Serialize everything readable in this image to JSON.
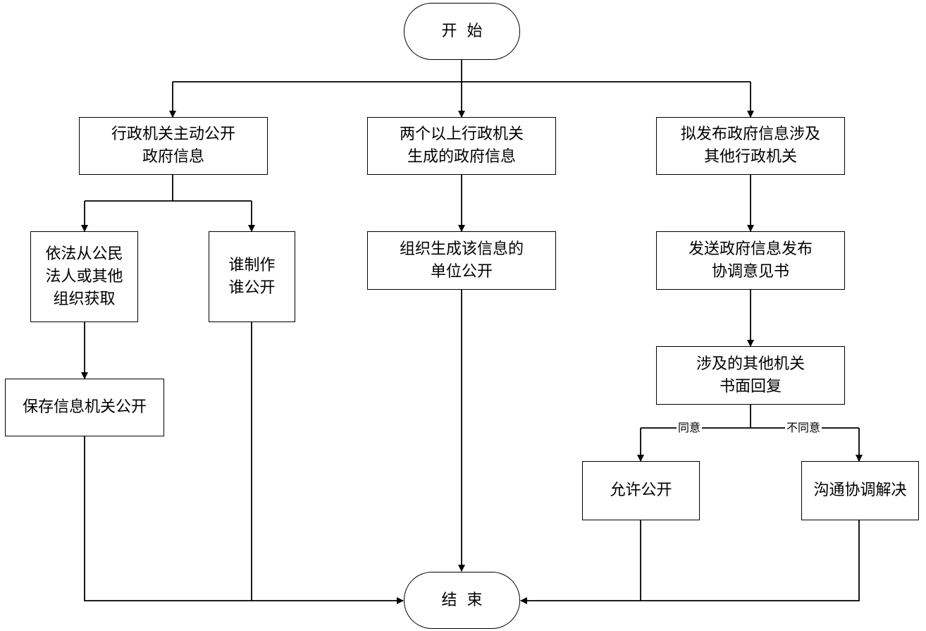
{
  "nodes": {
    "start": [
      "开  始"
    ],
    "active_disclosure": [
      "行政机关主动公开",
      "政府信息"
    ],
    "multi_agency": [
      "两个以上行政机关",
      "生成的政府信息"
    ],
    "involves_other": [
      "拟发布政府信息涉及",
      "其他行政机关"
    ],
    "obtained_from_public": [
      "依法从公民",
      "法人或其他",
      "组织获取"
    ],
    "who_makes_discloses": [
      "谁制作",
      "谁公开"
    ],
    "org_generating_discloses": [
      "组织生成该信息的",
      "单位公开"
    ],
    "send_coordination_letter": [
      "发送政府信息发布",
      "协调意见书"
    ],
    "keeping_agency_discloses": [
      "保存信息机关公开"
    ],
    "written_reply": [
      "涉及的其他机关",
      "书面回复"
    ],
    "allow_disclosure": [
      "允许公开"
    ],
    "communicate_resolve": [
      "沟通协调解决"
    ],
    "end": [
      "结  束"
    ]
  },
  "edge_labels": {
    "agree": "同意",
    "disagree": "不同意"
  }
}
